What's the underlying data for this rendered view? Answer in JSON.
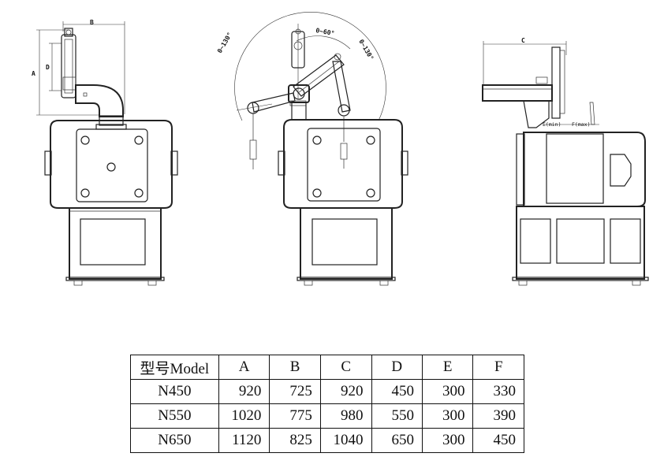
{
  "dimension_labels": {
    "A": "A",
    "B": "B",
    "C": "C",
    "D": "D",
    "E": "E(min)",
    "F": "F(max)",
    "angle_upper": "0~60°",
    "angle_right": "0~130°",
    "angle_left": "0~130°"
  },
  "table": {
    "header": [
      "型号Model",
      "A",
      "B",
      "C",
      "D",
      "E",
      "F"
    ],
    "rows": [
      [
        "N450",
        "920",
        "725",
        "920",
        "450",
        "300",
        "330"
      ],
      [
        "N550",
        "1020",
        "775",
        "980",
        "550",
        "300",
        "390"
      ],
      [
        "N650",
        "1120",
        "825",
        "1040",
        "650",
        "300",
        "450"
      ]
    ]
  }
}
